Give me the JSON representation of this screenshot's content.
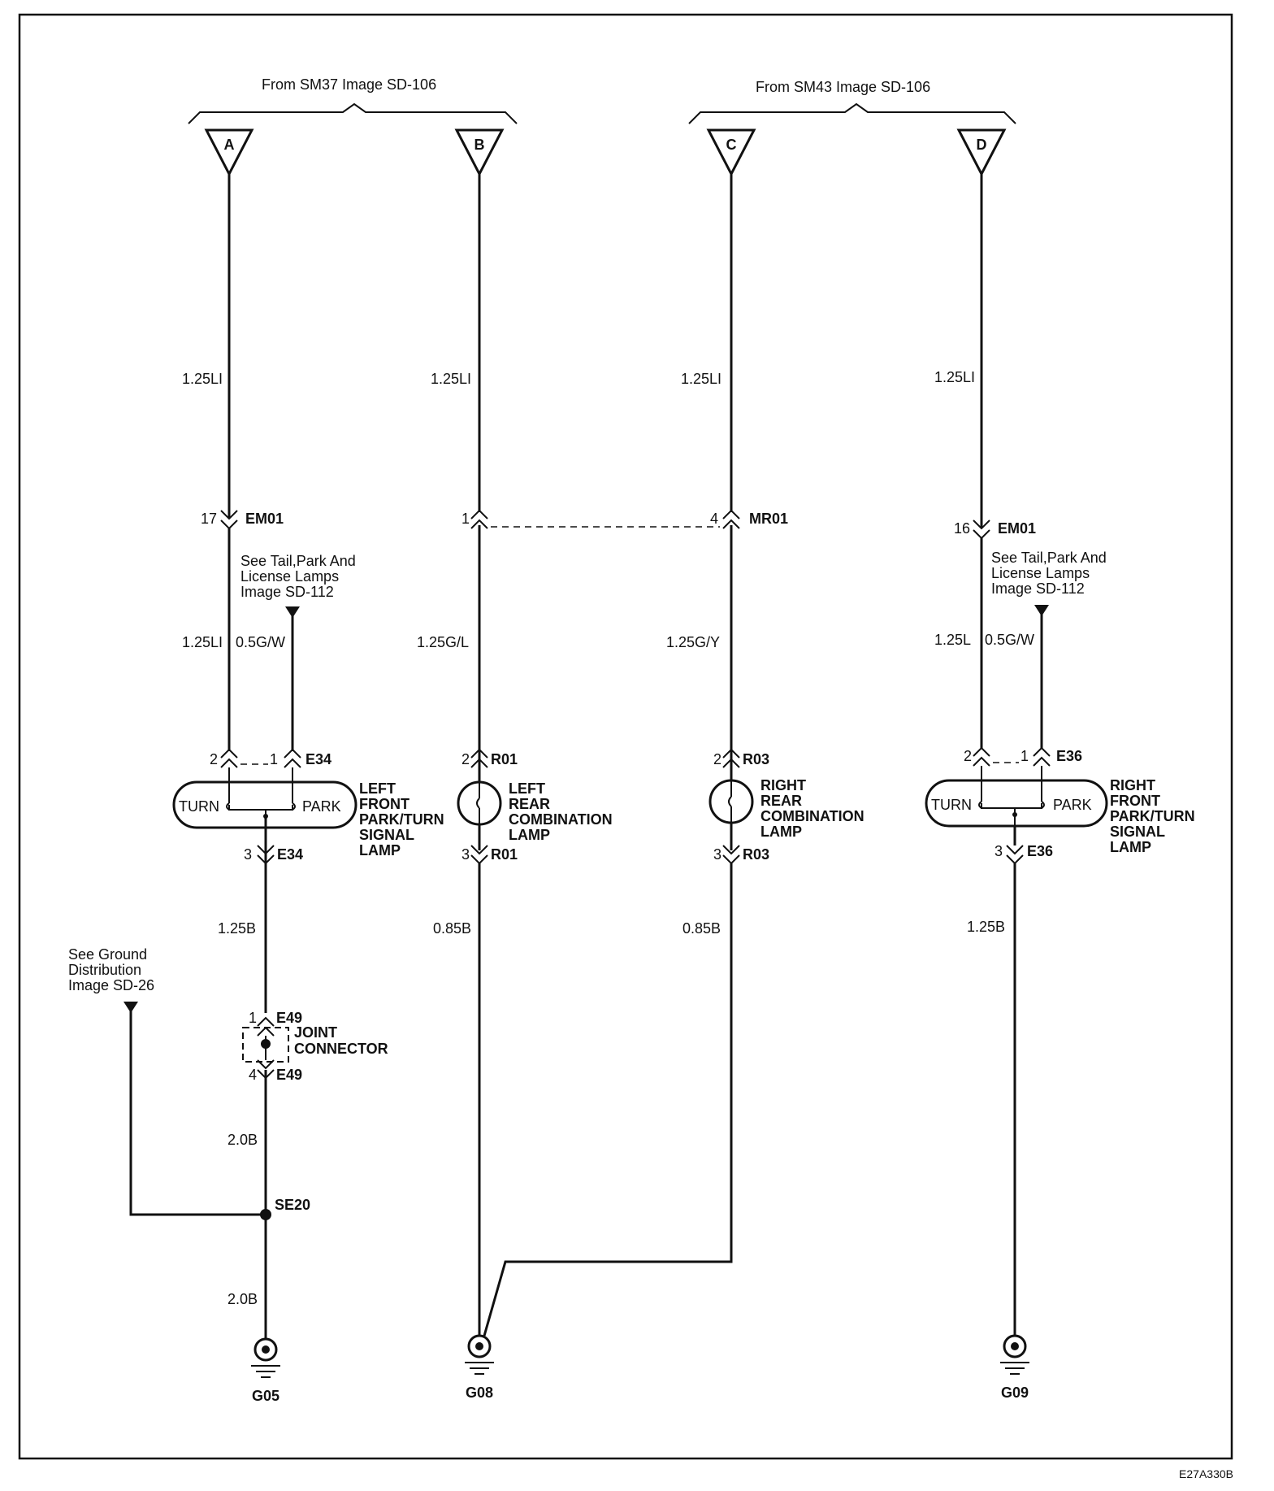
{
  "sources": {
    "left": "From SM37 Image SD-106",
    "right": "From SM43 Image SD-106"
  },
  "terminals": {
    "a": "A",
    "b": "B",
    "c": "C",
    "d": "D"
  },
  "wires": {
    "a_top": "1.25LI",
    "b_top": "1.25LI",
    "c_top": "1.25LI",
    "d_top": "1.25LI",
    "a_mid": "1.25LI",
    "a_park": "0.5G/W",
    "b_mid": "1.25G/L",
    "c_mid": "1.25G/Y",
    "d_mid": "1.25L",
    "d_park": "0.5G/W",
    "a_low": "1.25B",
    "b_low": "0.85B",
    "c_low": "0.85B",
    "d_low": "1.25B",
    "a_gnd1": "2.0B",
    "a_gnd2": "2.0B"
  },
  "connectors": {
    "em01_left": {
      "pin": "17",
      "name": "EM01"
    },
    "em01_right": {
      "pin": "16",
      "name": "EM01"
    },
    "mr01": {
      "pin_left": "1",
      "pin_right": "4",
      "name": "MR01"
    },
    "e34_top": {
      "pin_turn": "2",
      "pin_park": "1",
      "name": "E34"
    },
    "e34_bottom": {
      "pin": "3",
      "name": "E34"
    },
    "r01_top": {
      "pin": "2",
      "name": "R01"
    },
    "r01_bottom": {
      "pin": "3",
      "name": "R01"
    },
    "r03_top": {
      "pin": "2",
      "name": "R03"
    },
    "r03_bottom": {
      "pin": "3",
      "name": "R03"
    },
    "e36_top": {
      "pin_turn": "2",
      "pin_park": "1",
      "name": "E36"
    },
    "e36_bottom": {
      "pin": "3",
      "name": "E36"
    },
    "e49_top": {
      "pin": "1",
      "name": "E49"
    },
    "e49_bottom": {
      "pin": "4",
      "name": "E49"
    },
    "se20": "SE20"
  },
  "notes": {
    "tail_left": [
      "See Tail,Park And",
      "License Lamps",
      "Image  SD-112"
    ],
    "tail_right": [
      "See Tail,Park And",
      "License Lamps",
      "Image  SD-112"
    ],
    "ground_dist": [
      "See Ground",
      "Distribution",
      "Image  SD-26"
    ]
  },
  "components": {
    "left_front": {
      "turn": "TURN",
      "park": "PARK",
      "label": [
        "LEFT",
        "FRONT",
        "PARK/TURN",
        "SIGNAL",
        "LAMP"
      ]
    },
    "right_front": {
      "turn": "TURN",
      "park": "PARK",
      "label": [
        "RIGHT",
        "FRONT",
        "PARK/TURN",
        "SIGNAL",
        "LAMP"
      ]
    },
    "left_rear": {
      "label": [
        "LEFT",
        "REAR",
        "COMBINATION",
        "LAMP"
      ]
    },
    "right_rear": {
      "label": [
        "RIGHT",
        "REAR",
        "COMBINATION",
        "LAMP"
      ]
    },
    "joint": {
      "label": [
        "JOINT",
        "CONNECTOR"
      ]
    }
  },
  "grounds": {
    "g05": "G05",
    "g08": "G08",
    "g09": "G09"
  },
  "figure_code": "E27A330B"
}
